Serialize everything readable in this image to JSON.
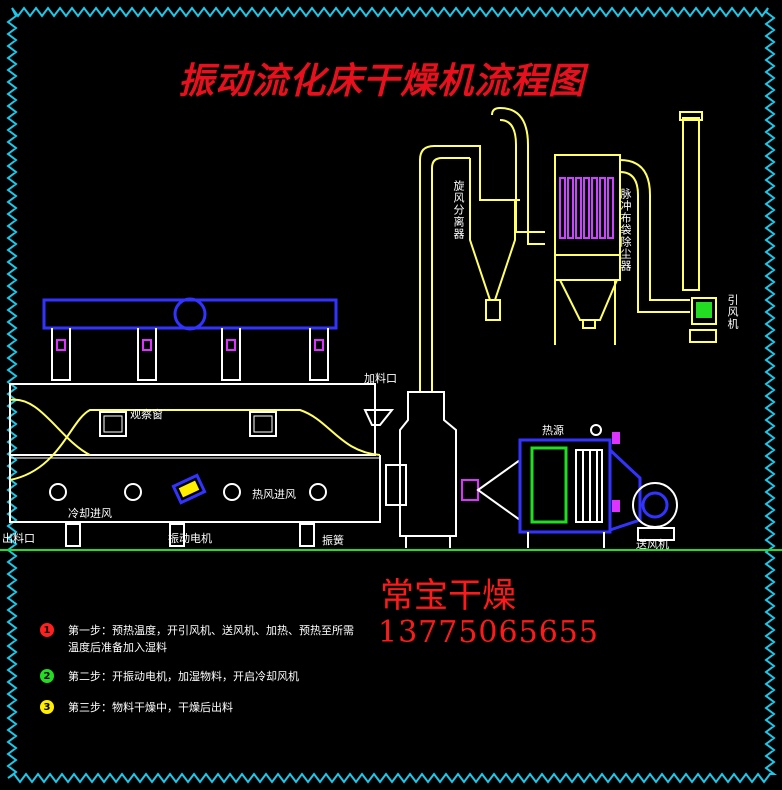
{
  "title": "振动流化床干燥机流程图",
  "brand": "常宝干燥",
  "phone": "13775065655",
  "labels": {
    "cyclone": "旋风分离器",
    "bag_filter": "脉冲布袋除尘器",
    "induced_fan": "引风机",
    "feed_inlet": "加料口",
    "observation_window": "观察窗",
    "heat_source": "热源",
    "cold_air_inlet": "冷却进风",
    "hot_air_inlet": "热风进风",
    "vibration_motor": "振动电机",
    "discharge_port": "出料口",
    "damper": "振簧",
    "blower": "送风机"
  },
  "steps": [
    {
      "num": "1",
      "color": "#ff2020",
      "text": "第一步：预热温度，开引风机、送风机、加热、预热至所需"
    },
    {
      "num": "",
      "color": "",
      "text": "温度后准备加入湿料"
    },
    {
      "num": "2",
      "color": "#22dd22",
      "text": "第二步：开振动电机，加湿物料，开启冷却风机"
    },
    {
      "num": "3",
      "color": "#ffee00",
      "text": "第三步：物料干燥中，干燥后出料"
    }
  ],
  "colors": {
    "background": "#000000",
    "border": "#1ec8e8",
    "equipment": "#ffffff",
    "ducting": "#ffff66",
    "base": "#22dd22",
    "manifold": "#3333ff",
    "filter": "#cc44ff",
    "title": "#e8101c"
  }
}
